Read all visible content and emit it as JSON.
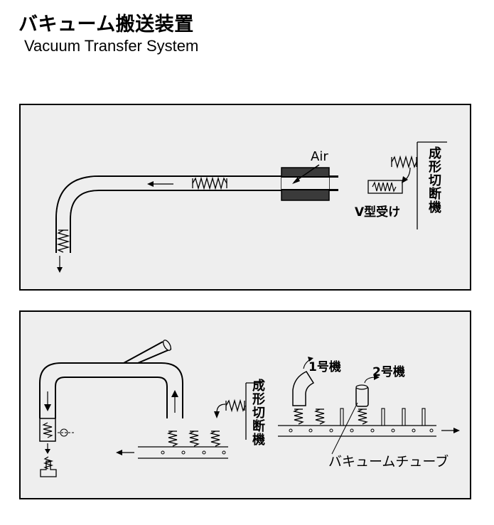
{
  "header": {
    "title_jp": "バキューム搬送装置",
    "title_en": "Vacuum Transfer System"
  },
  "panel1": {
    "air_label": "Air",
    "forming_cutter_label": "成形切断機",
    "v_receiver_label": "V型受け"
  },
  "panel2": {
    "forming_cutter_label": "成形切断機",
    "machine1_label": "1号機",
    "machine2_label": "2号機",
    "vacuum_tube_label": "バキュームチューブ"
  }
}
